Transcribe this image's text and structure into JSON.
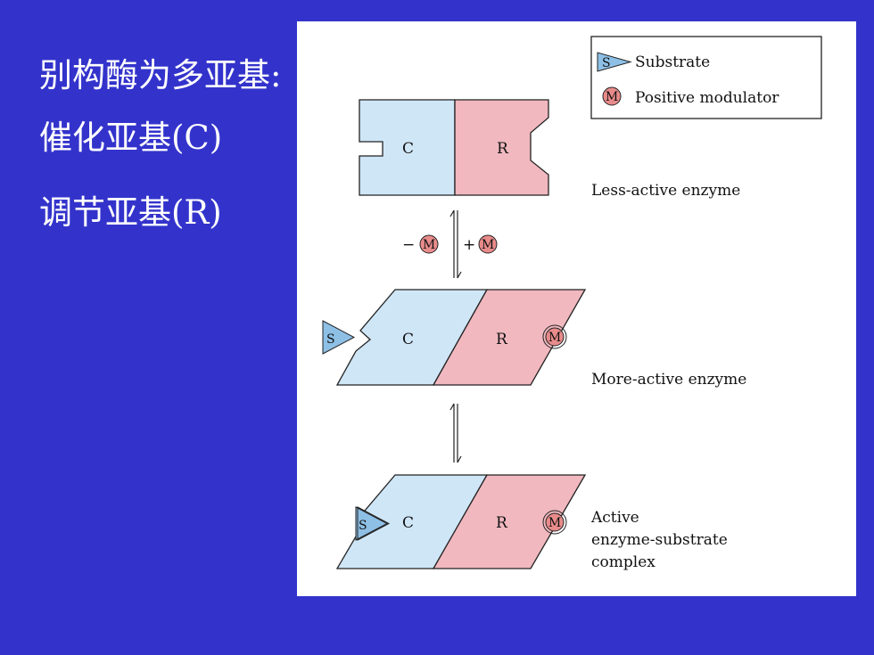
{
  "bullets": {
    "line1": "别构酶为多亚基:",
    "line2": "催化亚基(C)",
    "line3": "调节亚基(R)"
  },
  "legend": {
    "substrate_symbol": "S",
    "substrate_label": "Substrate",
    "modulator_symbol": "M",
    "modulator_label": "Positive modulator"
  },
  "diagram": {
    "catalytic_label": "C",
    "regulatory_label": "R",
    "minus_sign": "−",
    "plus_sign": "+",
    "states": [
      {
        "label_lines": [
          "Less-active enzyme"
        ]
      },
      {
        "label_lines": [
          "More-active enzyme"
        ]
      },
      {
        "label_lines": [
          "Active",
          "enzyme-substrate",
          "complex"
        ]
      }
    ]
  },
  "colors": {
    "background": "#3333cc",
    "catalytic_fill": "#cfe6f7",
    "regulatory_fill": "#f1b8bf",
    "substrate_fill": "#8ec0e6",
    "modulator_fill": "#e98b8b"
  }
}
